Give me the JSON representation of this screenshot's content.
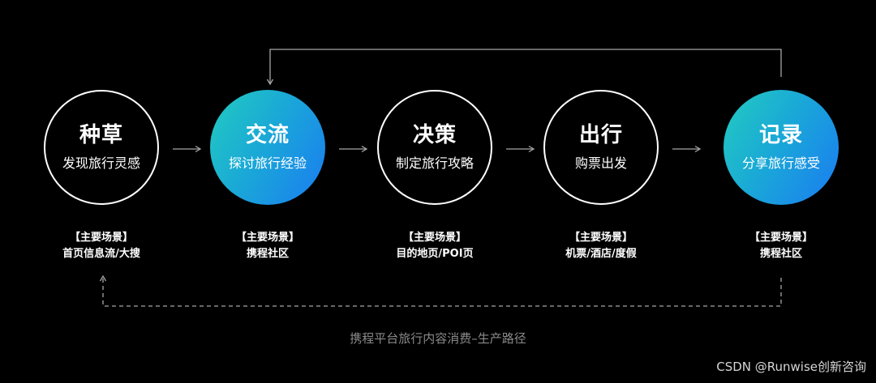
{
  "stages": [
    {
      "title": "种草",
      "subtitle": "发现旅行灵感",
      "style": "outline",
      "scene_label": "【主要场景】",
      "scene": "首页信息流/大搜"
    },
    {
      "title": "交流",
      "subtitle": "探讨旅行经验",
      "style": "filled",
      "scene_label": "【主要场景】",
      "scene": "携程社区"
    },
    {
      "title": "决策",
      "subtitle": "制定旅行攻略",
      "style": "outline",
      "scene_label": "【主要场景】",
      "scene": "目的地页/POI页"
    },
    {
      "title": "出行",
      "subtitle": "购票出发",
      "style": "outline",
      "scene_label": "【主要场景】",
      "scene": "机票/酒店/度假"
    },
    {
      "title": "记录",
      "subtitle": "分享旅行感受",
      "style": "filled",
      "scene_label": "【主要场景】",
      "scene": "携程社区"
    }
  ],
  "caption": "携程平台旅行内容消费–生产路径",
  "watermark": "CSDN @Runwise创新咨询",
  "colors": {
    "background": "#000000",
    "gradient_start": "#22ccc0",
    "gradient_end": "#1a7cf2",
    "connector": "#a6a6a6",
    "caption": "#8a8a8a"
  }
}
